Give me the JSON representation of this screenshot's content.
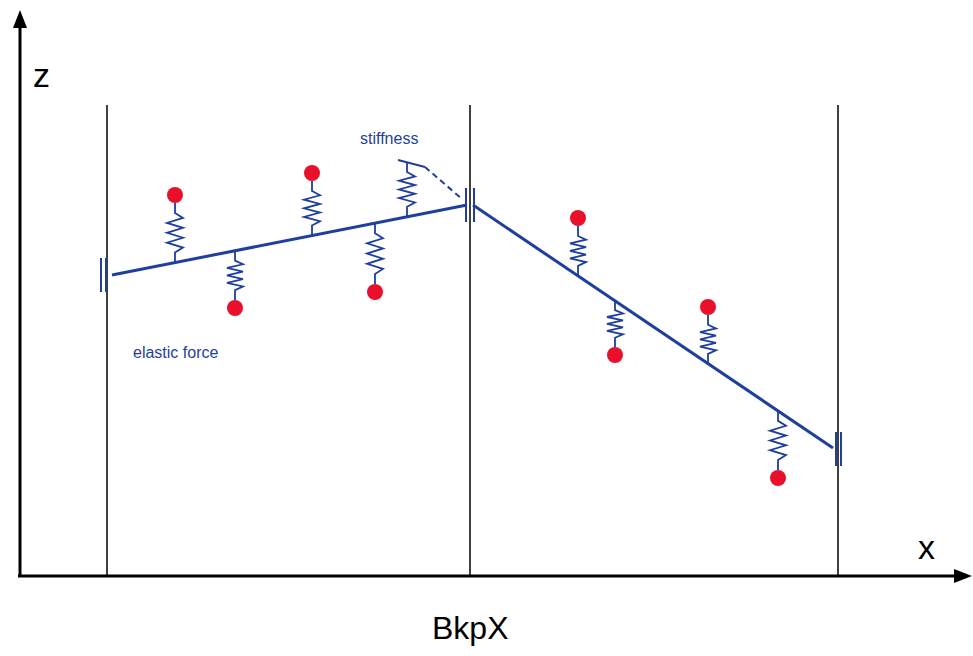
{
  "diagram": {
    "caption": "BkpX",
    "labels": [
      "z",
      "x",
      "stiffness",
      "elastic force"
    ]
  }
}
